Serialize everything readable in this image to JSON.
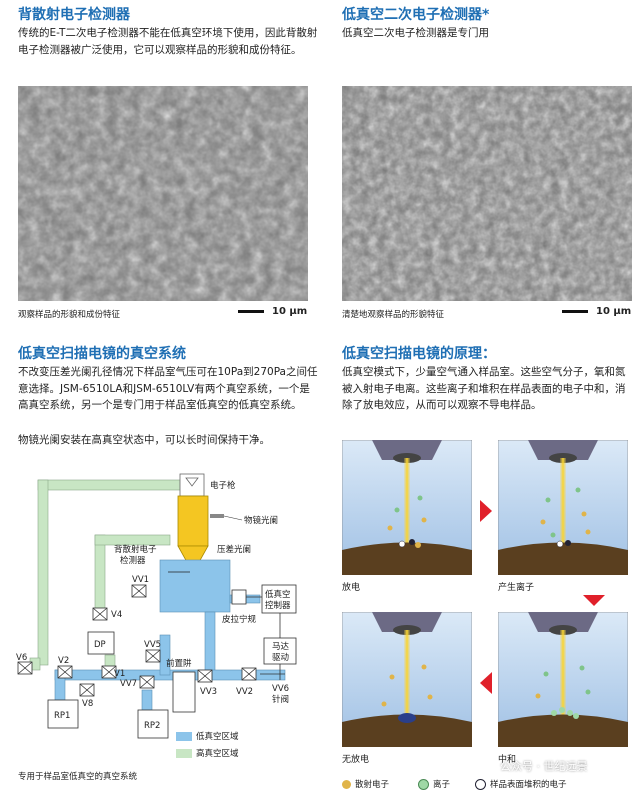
{
  "left_top": {
    "title": "背散射电子检测器",
    "body": "传统的E-T二次电子检测器不能在低真空环境下使用，因此背散射电子检测器被广泛使用，它可以观察样品的形貌和成份特征。",
    "caption": "观察样品的形貌和成份特征",
    "scale": "10 μm"
  },
  "right_top": {
    "title": "低真空二次电子检测器*",
    "body": "低真空二次电子检测器是专门用",
    "caption": "清楚地观察样品的形貌特征",
    "scale": "10 μm"
  },
  "left_bottom": {
    "title": "低真空扫描电镜的真空系统",
    "para1": "不改变压差光阑孔径情况下样品室气压可在10Pa到270Pa之间任意选择。JSM-6510LA和JSM-6510LV有两个真空系统，一个是高真空系统，另一个是专门用于样品室低真空的低真空系统。",
    "para2": "物镜光阑安装在高真空状态中，可以长时间保持干净。",
    "caption": "专用于样品室低真空的真空系统"
  },
  "diagram": {
    "labels": {
      "gun": "电子枪",
      "objective_aperture": "物镜光阑",
      "bse1": "背散射电子",
      "bse2": "检测器",
      "pressure_aperture": "压差光阑",
      "vv1": "VV1",
      "v4": "V4",
      "dp": "DP",
      "v6": "V6",
      "v2": "V2",
      "v1": "V1",
      "v8": "V8",
      "rp1": "RP1",
      "vv5": "VV5",
      "vv7": "VV7",
      "rp2": "RP2",
      "prechamber": "前置阱",
      "vv3": "VV3",
      "vv2": "VV2",
      "vv6": "VV6",
      "needle_valve": "针阀",
      "pirani": "皮拉宁规",
      "lv_ctrl1": "低真空",
      "lv_ctrl2": "控制器",
      "motor1": "马达",
      "motor2": "驱动"
    },
    "legend": {
      "low": "低真空区域",
      "high": "高真空区域"
    },
    "colors": {
      "low": "#8cc4ea",
      "high": "#c8e6c4"
    }
  },
  "right_bottom": {
    "title": "低真空扫描电镜的原理：",
    "body": "低真空模式下，少量空气通入样品室。这些空气分子，氧和氮被入射电子电离。这些离子和堆积在样品表面的电子中和，消除了放电效应，从而可以观察不导电样品。",
    "panels": {
      "p1": "放电",
      "p2": "产生离子",
      "p3": "无放电",
      "p4": "中和"
    },
    "legend": {
      "electron": "散射电子",
      "ion": "离子",
      "surface": "样品表面堆积的电子"
    },
    "watermark": "公众号 · 世纪远景"
  }
}
